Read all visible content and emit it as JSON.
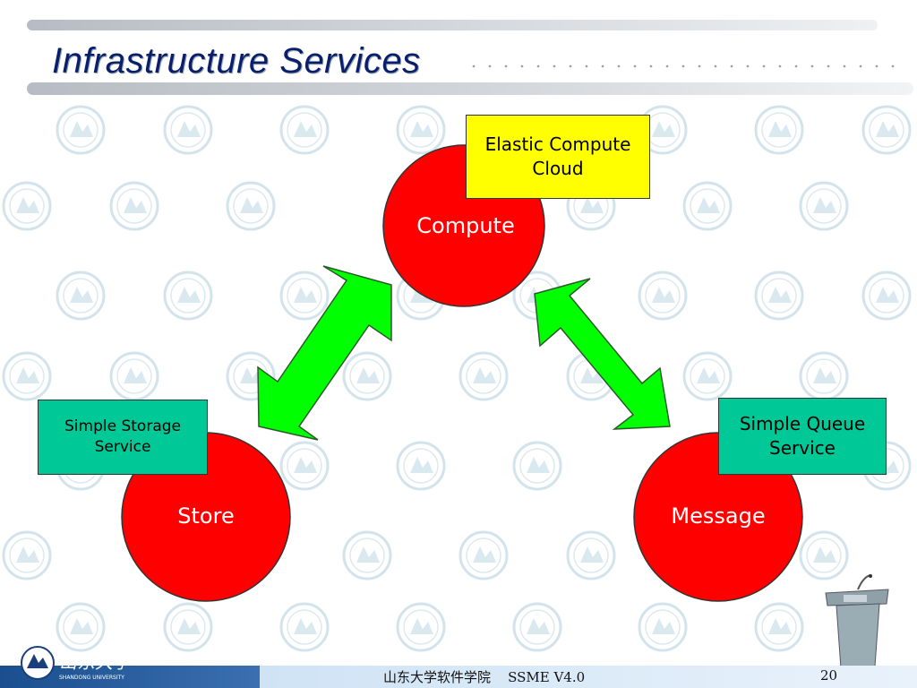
{
  "slide": {
    "title": "Infrastructure Services",
    "footer_text": "山东大学软件学院    SSME V4.0",
    "page_number": "20"
  },
  "diagram": {
    "nodes": [
      {
        "id": "compute",
        "label": "Compute",
        "service": "Elastic Compute Cloud"
      },
      {
        "id": "store",
        "label": "Store",
        "service": "Simple Storage Service"
      },
      {
        "id": "message",
        "label": "Message",
        "service": "Simple Queue Service"
      }
    ],
    "connections": [
      {
        "from": "compute",
        "to": "store",
        "type": "bidirectional-arrow"
      },
      {
        "from": "compute",
        "to": "message",
        "type": "bidirectional-arrow"
      }
    ]
  },
  "colors": {
    "title": "#0a1e6e",
    "circle_fill": "#ff0000",
    "arrow_fill": "#00ff00",
    "compute_label_fill": "#ffff00",
    "service_label_fill": "#00c896"
  },
  "logo": {
    "name": "shandong-university-logo"
  },
  "icons": {
    "podium": "podium-icon"
  }
}
